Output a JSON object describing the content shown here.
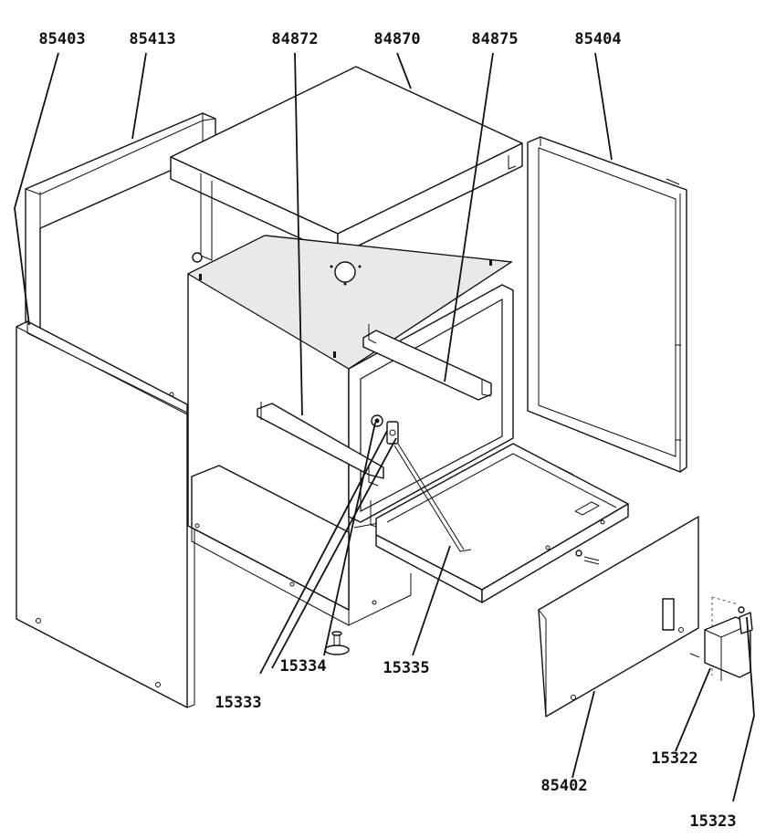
{
  "diagram": {
    "colors": {
      "line": "#111111",
      "paper": "#ffffff",
      "panel_shade": "#e9e9e9"
    },
    "part_numbers": {
      "left_top_rail": "85403",
      "left_back_frame": "85413",
      "rear_bracket": "84872",
      "top_cover": "84870",
      "inner_rail": "84875",
      "right_side_panel": "85404",
      "nut": "15333",
      "hinge_bracket": "15334",
      "support_rod": "15335",
      "front_panel": "85402",
      "bin": "15322",
      "screw": "15323"
    }
  }
}
